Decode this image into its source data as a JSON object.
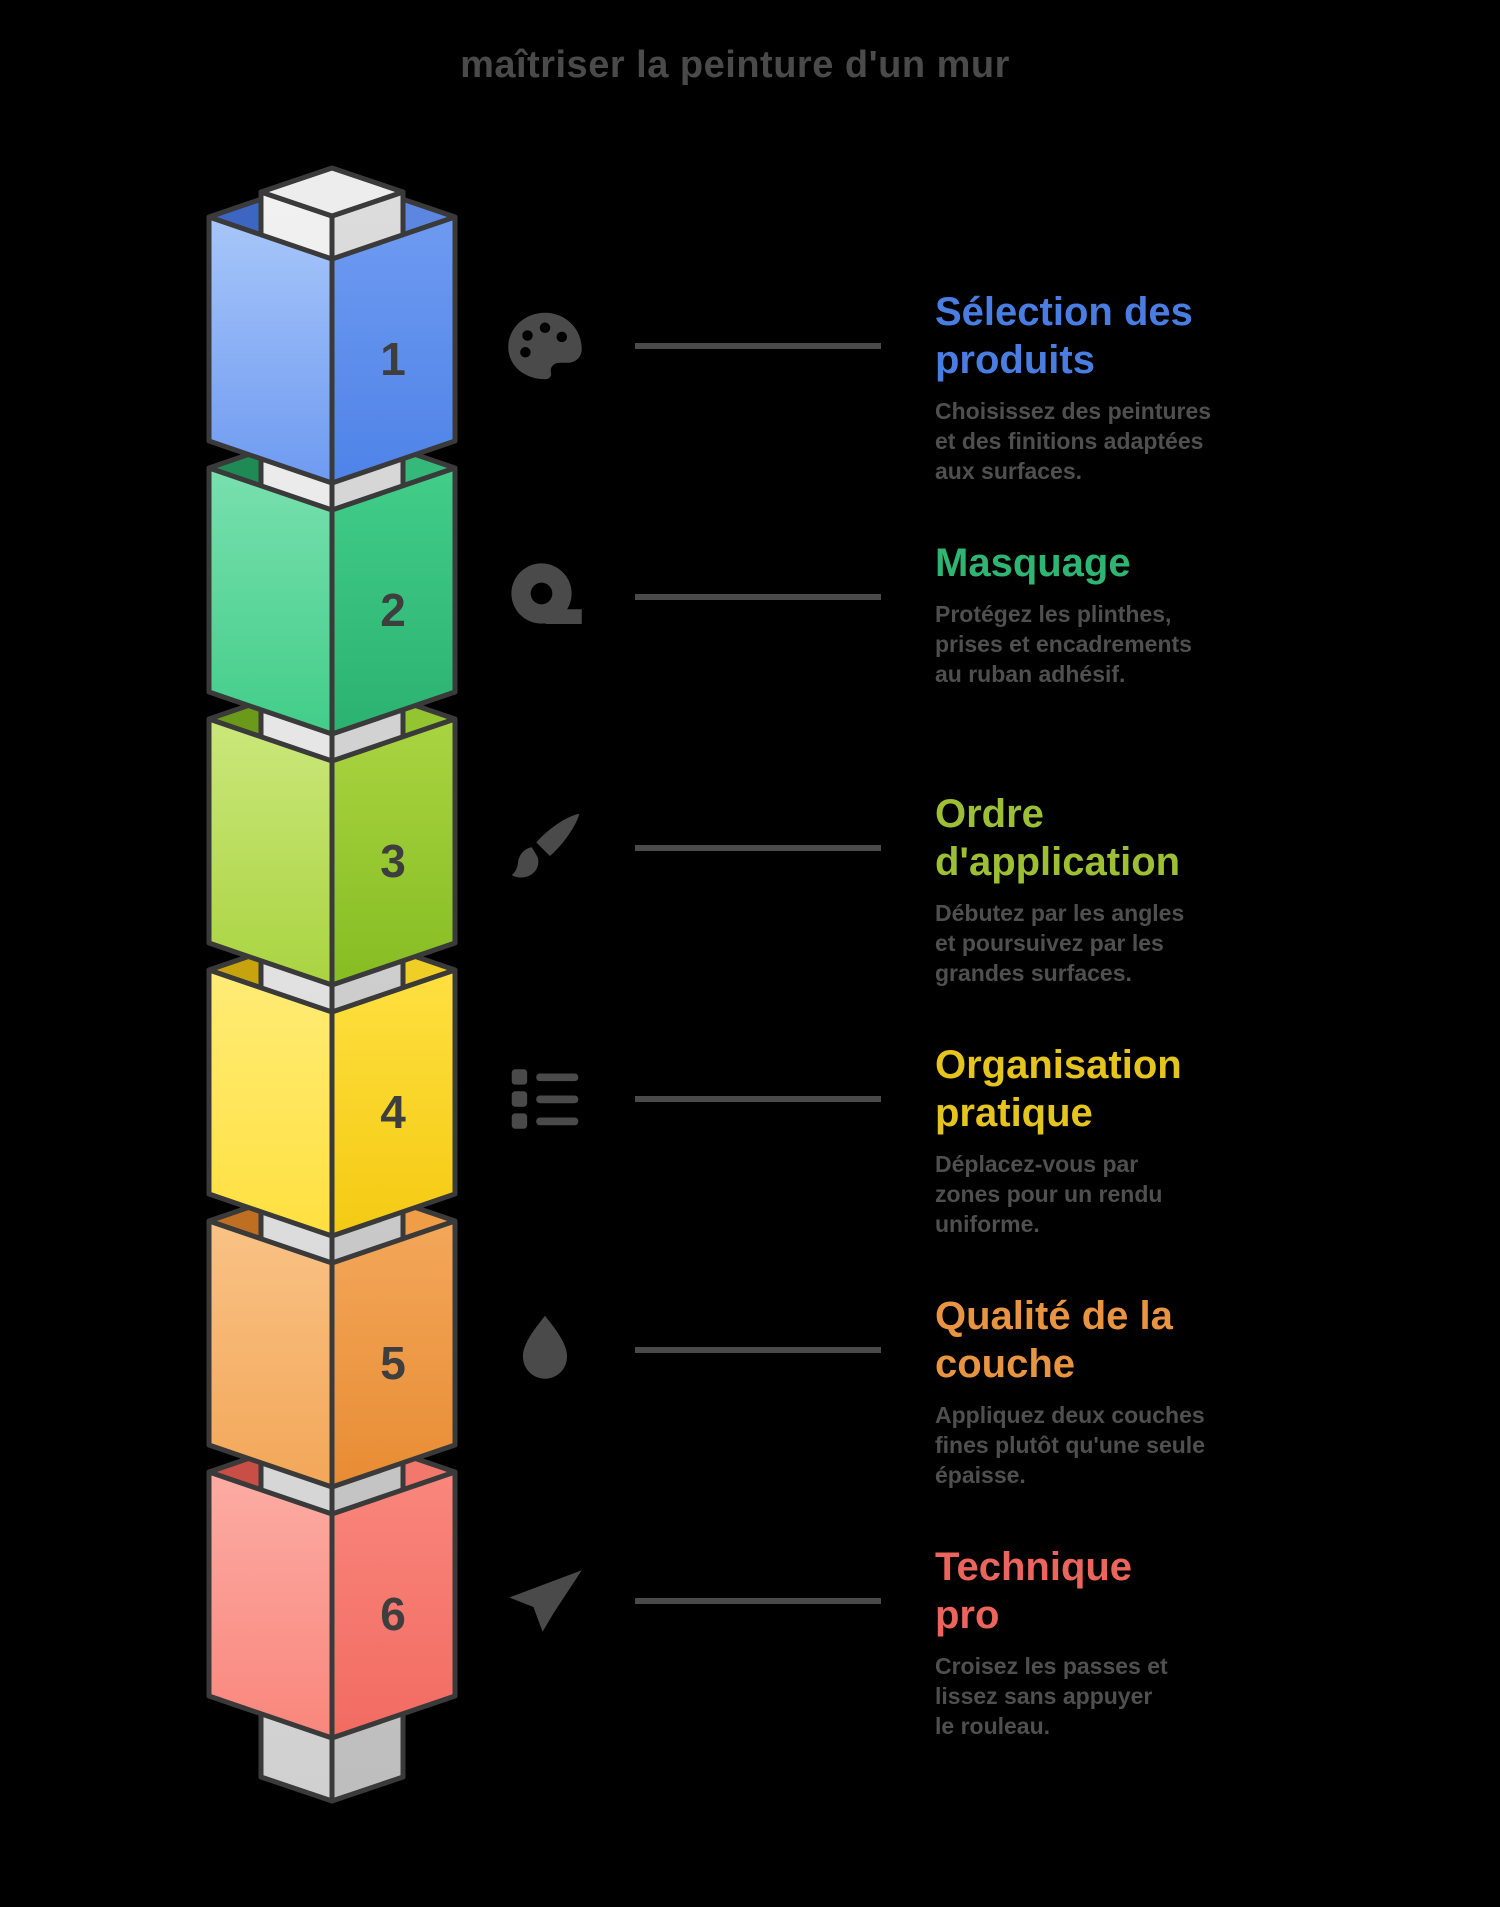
{
  "title": "maîtriser la peinture d'un mur",
  "colors": {
    "background": "#000000",
    "title_text": "#4A4A4A",
    "description_text": "#4F4F4F",
    "connector_line": "#4A4A4A",
    "outline": "#3A3A3A",
    "number_text": "#3E3E3E",
    "column_top": "#EDEDED",
    "column_left_top": "#F1F1F1",
    "column_left_bottom": "#D0D0D0",
    "column_right_top": "#DCDCDC",
    "column_right_bottom": "#BEBEBE"
  },
  "steps": [
    {
      "number": "1",
      "label": "Sélection des\nproduits",
      "label_color": "#4A7DE2",
      "description": "Choisissez des peintures\net des finitions adaptées\naux surfaces.",
      "icon": "palette-icon",
      "cube": {
        "light": "#A7C6F9",
        "mid": "#6E9AF1",
        "deep": "#4F83E8",
        "inner_left": "#3D66C2",
        "inner_right": "#5C86DF"
      }
    },
    {
      "number": "2",
      "label": "Masquage",
      "label_color": "#2FB573",
      "description": "Protégez les plinthes,\nprises et encadrements\nau ruban adhésif.",
      "icon": "masking-tape-icon",
      "cube": {
        "light": "#79E0AE",
        "mid": "#42CD89",
        "deep": "#2BB271",
        "inner_left": "#1F8A56",
        "inner_right": "#35B97A"
      }
    },
    {
      "number": "3",
      "label": "Ordre\nd'application",
      "label_color": "#9CBF33",
      "description": "Débutez par les angles\net poursuivez par les\ngrandes surfaces.",
      "icon": "paint-brush-icon",
      "cube": {
        "light": "#CBE77B",
        "mid": "#A9D441",
        "deep": "#86BD22",
        "inner_left": "#6B9A1B",
        "inner_right": "#93C531"
      }
    },
    {
      "number": "4",
      "label": "Organisation\npratique",
      "label_color": "#E5C51D",
      "description": "Déplacez-vous par\nzones pour un rendu\nuniforme.",
      "icon": "checklist-icon",
      "cube": {
        "light": "#FFEC76",
        "mid": "#FFE040",
        "deep": "#F4CA12",
        "inner_left": "#C7A30D",
        "inner_right": "#EFCF25"
      }
    },
    {
      "number": "5",
      "label": "Qualité de la\ncouche",
      "label_color": "#E89440",
      "description": "Appliquez deux couches\nfines plutôt qu'une seule\népaisse.",
      "icon": "droplet-icon",
      "cube": {
        "light": "#F9C285",
        "mid": "#F3A759",
        "deep": "#E88C34",
        "inner_left": "#BF6F22",
        "inner_right": "#EF9D47"
      }
    },
    {
      "number": "6",
      "label": "Technique\npro",
      "label_color": "#EC655C",
      "description": "Croisez les passes et\nlissez sans appuyer\nle rouleau.",
      "icon": "paper-plane-icon",
      "cube": {
        "light": "#FCACA4",
        "mid": "#F9867C",
        "deep": "#F26B61",
        "inner_left": "#C94F46",
        "inner_right": "#F2776C"
      }
    }
  ]
}
